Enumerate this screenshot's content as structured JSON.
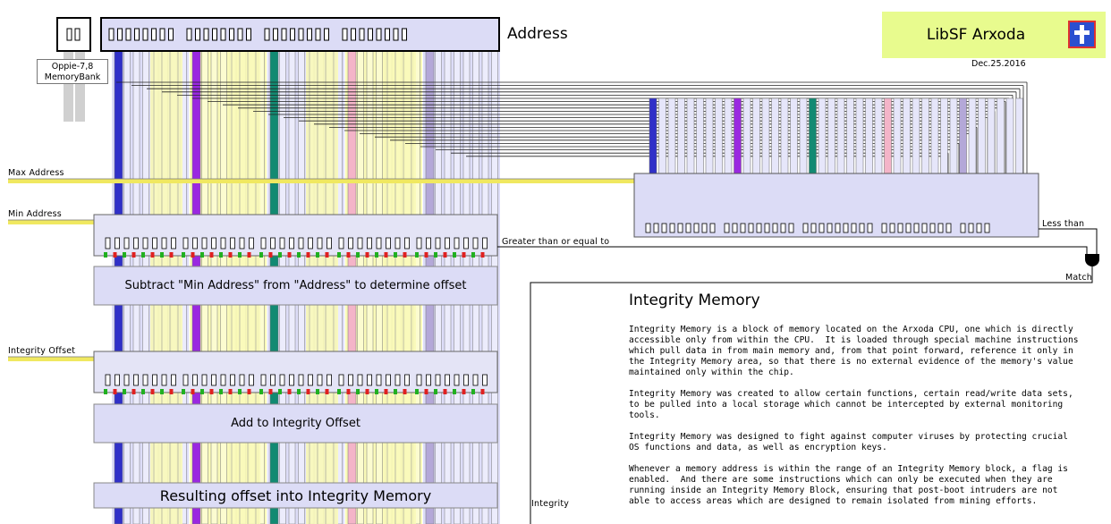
{
  "header": {
    "title": "LibSF Arxoda",
    "date": "Dec.25.2016",
    "logo_icon": "blue-cross-icon"
  },
  "memory_bank": {
    "label_line1": "Oppie-7,8",
    "label_line2": "MemoryBank"
  },
  "labels": {
    "address": "Address",
    "max_address": "Max Address",
    "min_address": "Min Address",
    "integrity_offset": "Integrity Offset",
    "less_than": "Less than",
    "greater_equal": "Greater than or equal to",
    "match": "Match",
    "integrity": "Integrity"
  },
  "boxes": {
    "subtract": "Subtract \"Min Address\" from \"Address\" to determine offset",
    "add": "Add to Integrity Offset",
    "result": "Resulting offset into Integrity Memory"
  },
  "info": {
    "title": "Integrity Memory",
    "paragraphs": [
      "Integrity Memory is a block of memory located on the Arxoda CPU, one which is directly\naccessible only from within the CPU.  It is loaded through special machine instructions\nwhich pull data in from main memory and, from that point forward, reference it only in\nthe Integrity Memory area, so that there is no external evidence of the memory's value\nmaintained only within the chip.",
      "Integrity Memory was created to allow certain functions, certain read/write data sets,\nto be pulled into a local storage which cannot be intercepted by external monitoring\ntools.",
      "Integrity Memory was designed to fight against computer viruses by protecting crucial\nOS functions and data, as well as encryption keys.",
      "Whenever a memory address is within the range of an Integrity Memory block, a flag is\nenabled.  And there are some instructions which can only be executed when they are\nrunning inside an Integrity Memory Block, ensuring that post-boot intruders are not\nable to access areas which are designed to remain isolated from mining efforts."
    ]
  },
  "colors": {
    "lane_light": "#ddddf8",
    "lane_yellow": "#fafab8",
    "bit_blue": "#3030c8",
    "bit_purple": "#9a28e0",
    "bit_teal": "#128a72",
    "bit_pink": "#f4b4c8",
    "bit_lavender": "#b4a8d8",
    "bus_yellow": "#f0e860",
    "title_bg": "#e8fb8e",
    "box_bg": "#dcdcf6"
  }
}
